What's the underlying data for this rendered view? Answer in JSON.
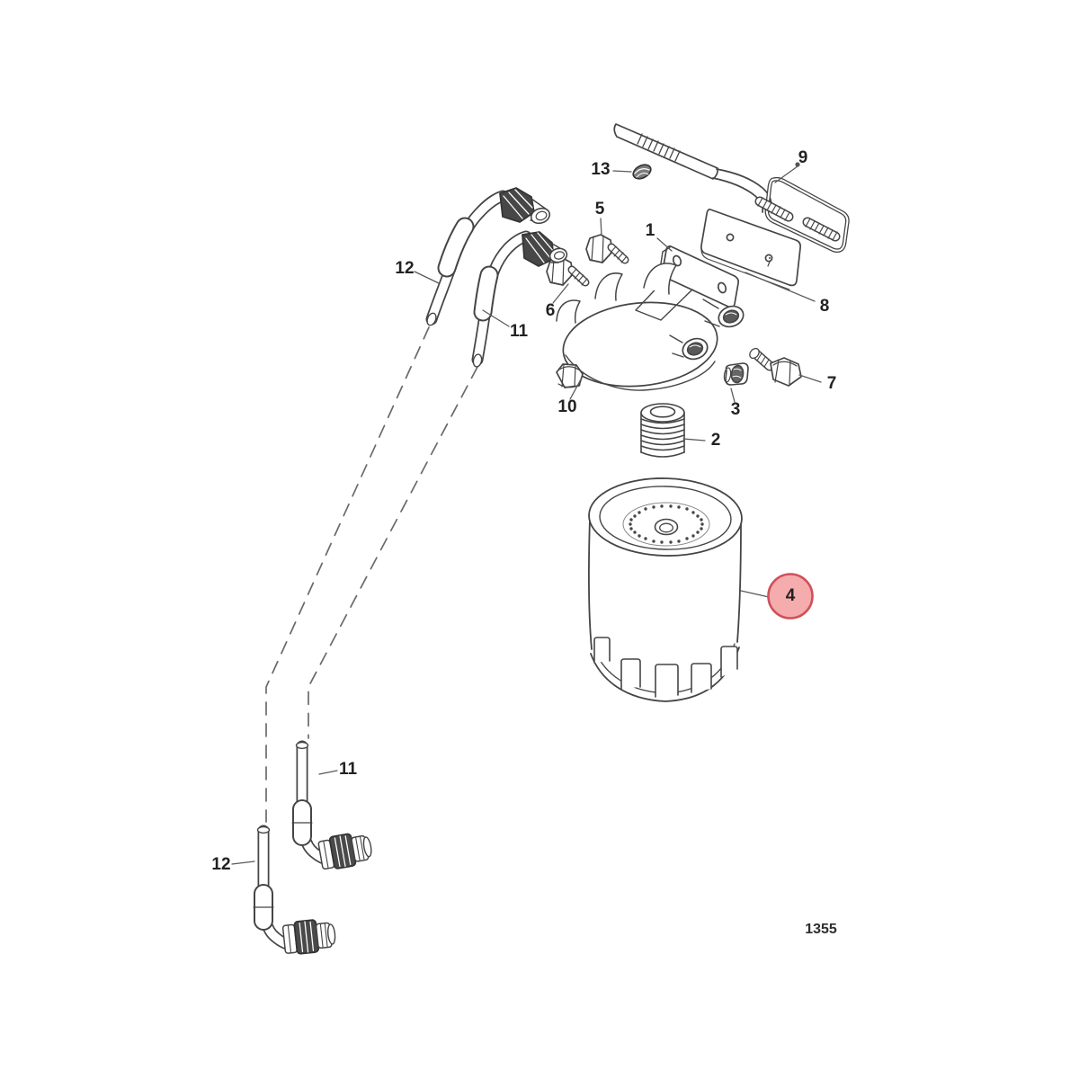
{
  "diagram": {
    "figure_number": "1355",
    "background_color": "#ffffff",
    "line_color": "#454545",
    "highlight": {
      "part_label": "4",
      "fill": "#f2a0a2",
      "stroke": "#d0505a"
    },
    "callouts": [
      {
        "label": "1"
      },
      {
        "label": "2"
      },
      {
        "label": "3"
      },
      {
        "label": "4"
      },
      {
        "label": "5"
      },
      {
        "label": "6"
      },
      {
        "label": "7"
      },
      {
        "label": "8"
      },
      {
        "label": "9"
      },
      {
        "label": "10"
      },
      {
        "label": "13"
      },
      {
        "label": "11"
      },
      {
        "label": "12"
      },
      {
        "label": "11"
      },
      {
        "label": "12"
      }
    ]
  }
}
